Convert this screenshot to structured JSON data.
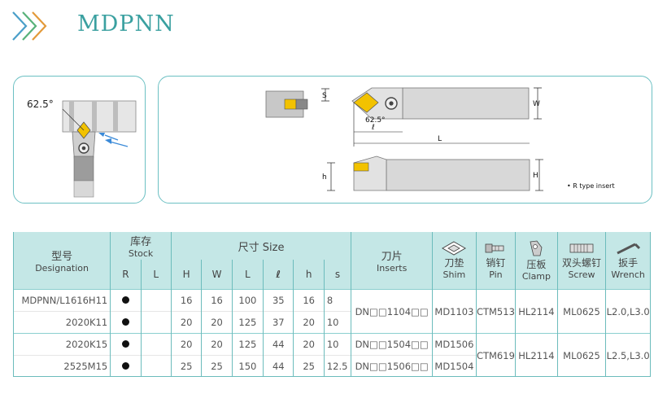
{
  "header": {
    "title": "MDPNN"
  },
  "diagram": {
    "angle_label": "62.5°",
    "dims": {
      "s": "S",
      "w": "W",
      "l_small": "ℓ",
      "l_big": "L",
      "h_small": "h",
      "h_big": "H",
      "angle": "62.5°"
    },
    "note": "• R type insert"
  },
  "table": {
    "designation_cn": "型号",
    "designation_en": "Designation",
    "stock_cn": "库存",
    "stock_en": "Stock",
    "size_label": "尺寸 Size",
    "inserts_cn": "刀片",
    "inserts_en": "Inserts",
    "stock_cols": [
      "R",
      "L"
    ],
    "size_cols": [
      "H",
      "W",
      "L",
      "ℓ",
      "h",
      "s"
    ],
    "accessories": [
      {
        "cn": "刀垫",
        "en": "Shim",
        "icon": "shim-icon"
      },
      {
        "cn": "销钉",
        "en": "Pin",
        "icon": "pin-icon"
      },
      {
        "cn": "压板",
        "en": "Clamp",
        "icon": "clamp-icon"
      },
      {
        "cn": "双头螺钉",
        "en": "Screw",
        "icon": "screw-icon"
      },
      {
        "cn": "扳手",
        "en": "Wrench",
        "icon": "wrench-icon"
      }
    ],
    "rows": [
      {
        "designation": "MDPNN/L1616H11",
        "H": "16",
        "W": "16",
        "L": "100",
        "l": "35",
        "h": "16",
        "s": "8"
      },
      {
        "designation": "2020K11",
        "H": "20",
        "W": "20",
        "L": "125",
        "l": "37",
        "h": "20",
        "s": "10"
      },
      {
        "designation": "2020K15",
        "H": "20",
        "W": "20",
        "L": "125",
        "l": "44",
        "h": "20",
        "s": "10"
      },
      {
        "designation": "2525M15",
        "H": "25",
        "W": "25",
        "L": "150",
        "l": "44",
        "h": "25",
        "s": "12.5"
      }
    ],
    "groups": [
      {
        "inserts": "DN□□1104□□",
        "shim": "MD1103",
        "pin": "CTM513",
        "clamp": "HL2114",
        "screw": "ML0625",
        "wrench": "L2.0,L3.0"
      },
      {
        "inserts_a": "DN□□1504□□",
        "inserts_b": "DN□□1506□□",
        "shim_a": "MD1506",
        "shim_b": "MD1504",
        "pin": "CTM619",
        "clamp": "HL2114",
        "screw": "ML0625",
        "wrench": "L2.5,L3.0"
      }
    ]
  }
}
